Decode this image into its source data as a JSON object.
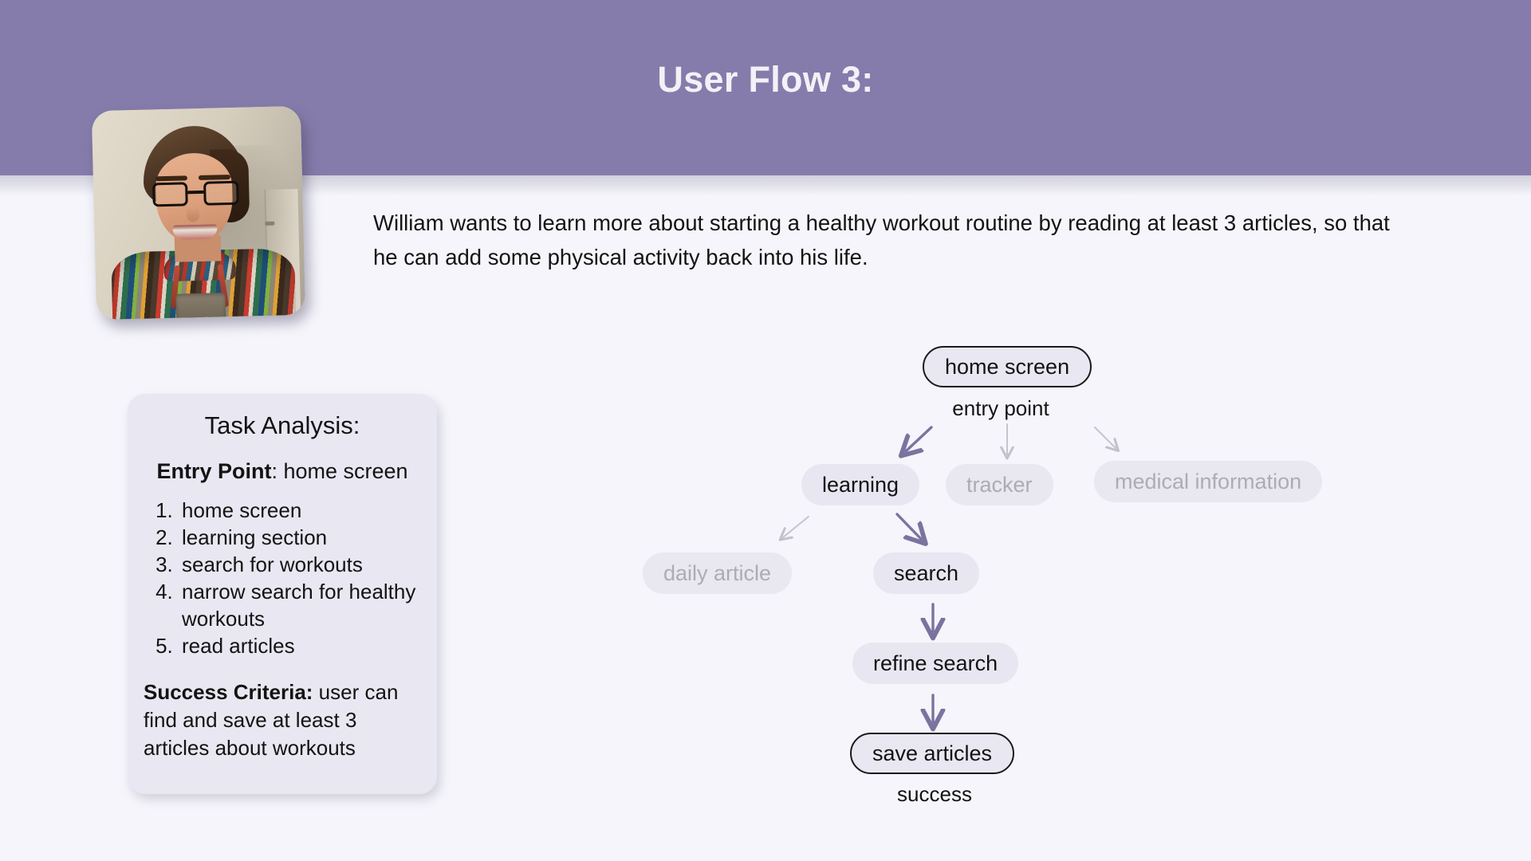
{
  "header": {
    "title": "User Flow 3:",
    "band_color": "#857CAB"
  },
  "persona": {
    "photo_alt": "William persona portrait",
    "description": "William wants to learn more about starting a healthy workout routine by reading at least 3 articles, so that he can add some physical activity back into his life."
  },
  "task_analysis": {
    "title": "Task Analysis:",
    "entry_point_label": "Entry Point",
    "entry_point_value": ": home screen",
    "steps": [
      "home screen",
      "learning section",
      "search for workouts",
      "narrow search for healthy workouts",
      "read articles"
    ],
    "success_label": "Success Criteria:",
    "success_value": " user can find and save at least 3 articles about workouts"
  },
  "flow": {
    "nodes": [
      {
        "id": "home-screen",
        "label": "home screen",
        "state": "endpoint"
      },
      {
        "id": "learning",
        "label": "learning",
        "state": "active"
      },
      {
        "id": "tracker",
        "label": "tracker",
        "state": "dim"
      },
      {
        "id": "medical-information",
        "label": "medical information",
        "state": "dim"
      },
      {
        "id": "daily-article",
        "label": "daily article",
        "state": "dim"
      },
      {
        "id": "search",
        "label": "search",
        "state": "active"
      },
      {
        "id": "refine-search",
        "label": "refine search",
        "state": "active"
      },
      {
        "id": "save-articles",
        "label": "save articles",
        "state": "endpoint"
      }
    ],
    "captions": {
      "entry_point": "entry point",
      "success": "success"
    },
    "colors": {
      "active_arrow": "#7B739F",
      "dim_arrow": "#C6C3CE",
      "node_fill": "#E8E6F0",
      "dim_text": "#AEAAB8"
    }
  }
}
